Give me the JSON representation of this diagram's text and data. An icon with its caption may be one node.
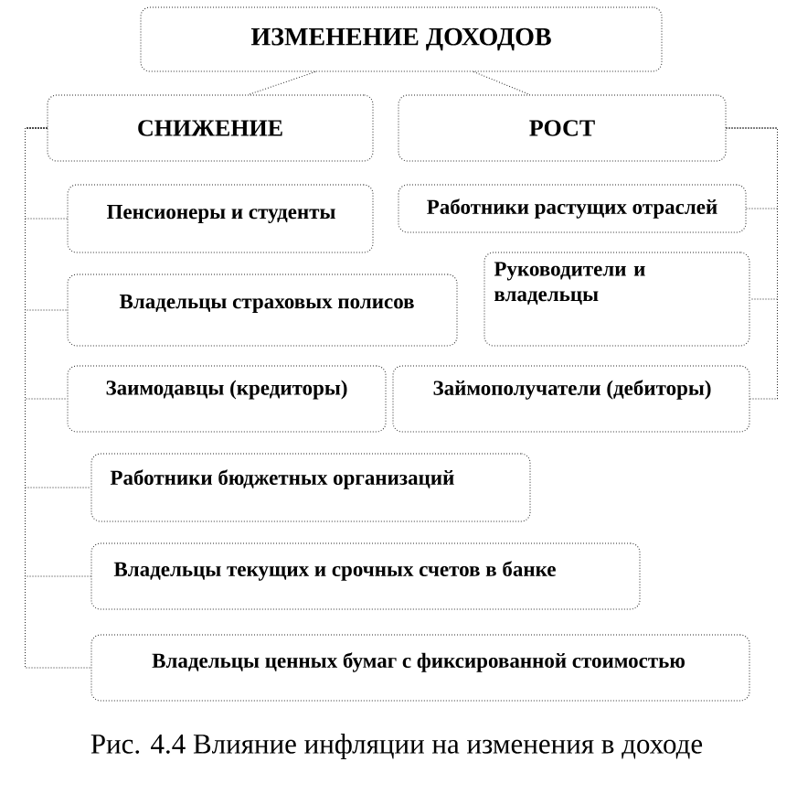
{
  "diagram": {
    "caption": "Рис. 4.4 Влияние инфляции на изменения в доходе",
    "nodes": [
      {
        "text": [
          "ИЗМЕНЕНИЕ ДОХОДОВ"
        ]
      },
      {
        "text": [
          "СНИЖЕНИЕ"
        ]
      },
      {
        "text": [
          "РОСТ"
        ]
      },
      {
        "text": [
          "Пенсионеры и студенты"
        ]
      },
      {
        "text": [
          "Работники растущих отраслей"
        ]
      },
      {
        "text": [
          "Владельцы страховых полисов"
        ]
      },
      {
        "text": [
          "Руководители и владельцы"
        ]
      },
      {
        "text": [
          "Заимодавцы (кредиторы)"
        ]
      },
      {
        "text": [
          "Займополучатели (дебиторы)"
        ]
      },
      {
        "text": [
          "Работники бюджетных организаций"
        ]
      },
      {
        "text": [
          "Владельцы текущих и срочных счетов в банке"
        ]
      },
      {
        "text": [
          "Владельцы ценных бумаг с фиксированной стоимостью"
        ]
      }
    ],
    "edges": [
      {
        "from": 0,
        "to": 1,
        "arrow": "none"
      },
      {
        "from": 0,
        "to": 2,
        "arrow": "none"
      },
      {
        "from": 1,
        "to": 3,
        "arrow": "none"
      },
      {
        "from": 1,
        "to": 5,
        "arrow": "none"
      },
      {
        "from": 1,
        "to": 7,
        "arrow": "none"
      },
      {
        "from": 1,
        "to": 9,
        "arrow": "none"
      },
      {
        "from": 1,
        "to": 10,
        "arrow": "none"
      },
      {
        "from": 1,
        "to": 11,
        "arrow": "none"
      },
      {
        "from": 2,
        "to": 4,
        "arrow": "none"
      },
      {
        "from": 2,
        "to": 6,
        "arrow": "none"
      },
      {
        "from": 2,
        "to": 8,
        "arrow": "none"
      }
    ]
  }
}
